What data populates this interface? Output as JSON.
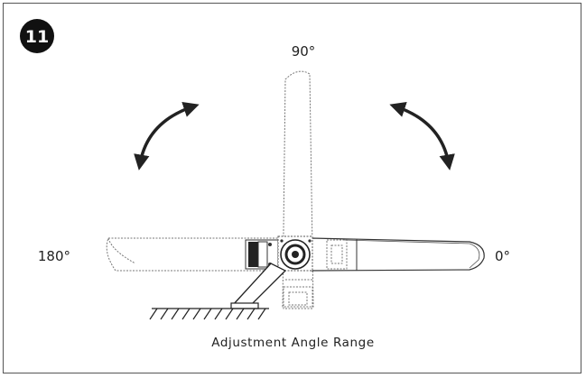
{
  "step": {
    "number": "11"
  },
  "labels": {
    "deg_90": "90°",
    "deg_180": "180°",
    "deg_0": "0°"
  },
  "caption": "Adjustment Angle Range",
  "colors": {
    "line": "#333333",
    "dashed": "#777777",
    "fill_dark": "#222222",
    "badge": "#111111"
  },
  "icons": [
    "rotation-arrow-icon",
    "rotation-arrow-icon"
  ]
}
